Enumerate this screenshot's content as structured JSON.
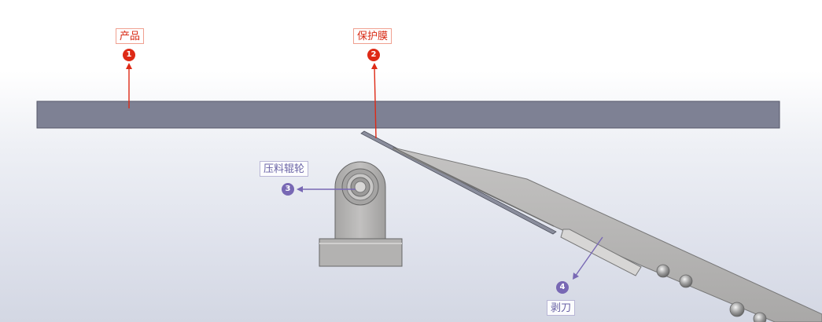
{
  "callouts": [
    {
      "number": "1",
      "label": "产品"
    },
    {
      "number": "2",
      "label": "保护膜"
    },
    {
      "number": "3",
      "label": "压料辊轮"
    },
    {
      "number": "4",
      "label": "剥刀"
    }
  ],
  "colors": {
    "callout_red": "#de2a16",
    "callout_purple": "#7868b4",
    "product_plate": "#7e8194",
    "machine_gray": "#b9b8b7"
  }
}
